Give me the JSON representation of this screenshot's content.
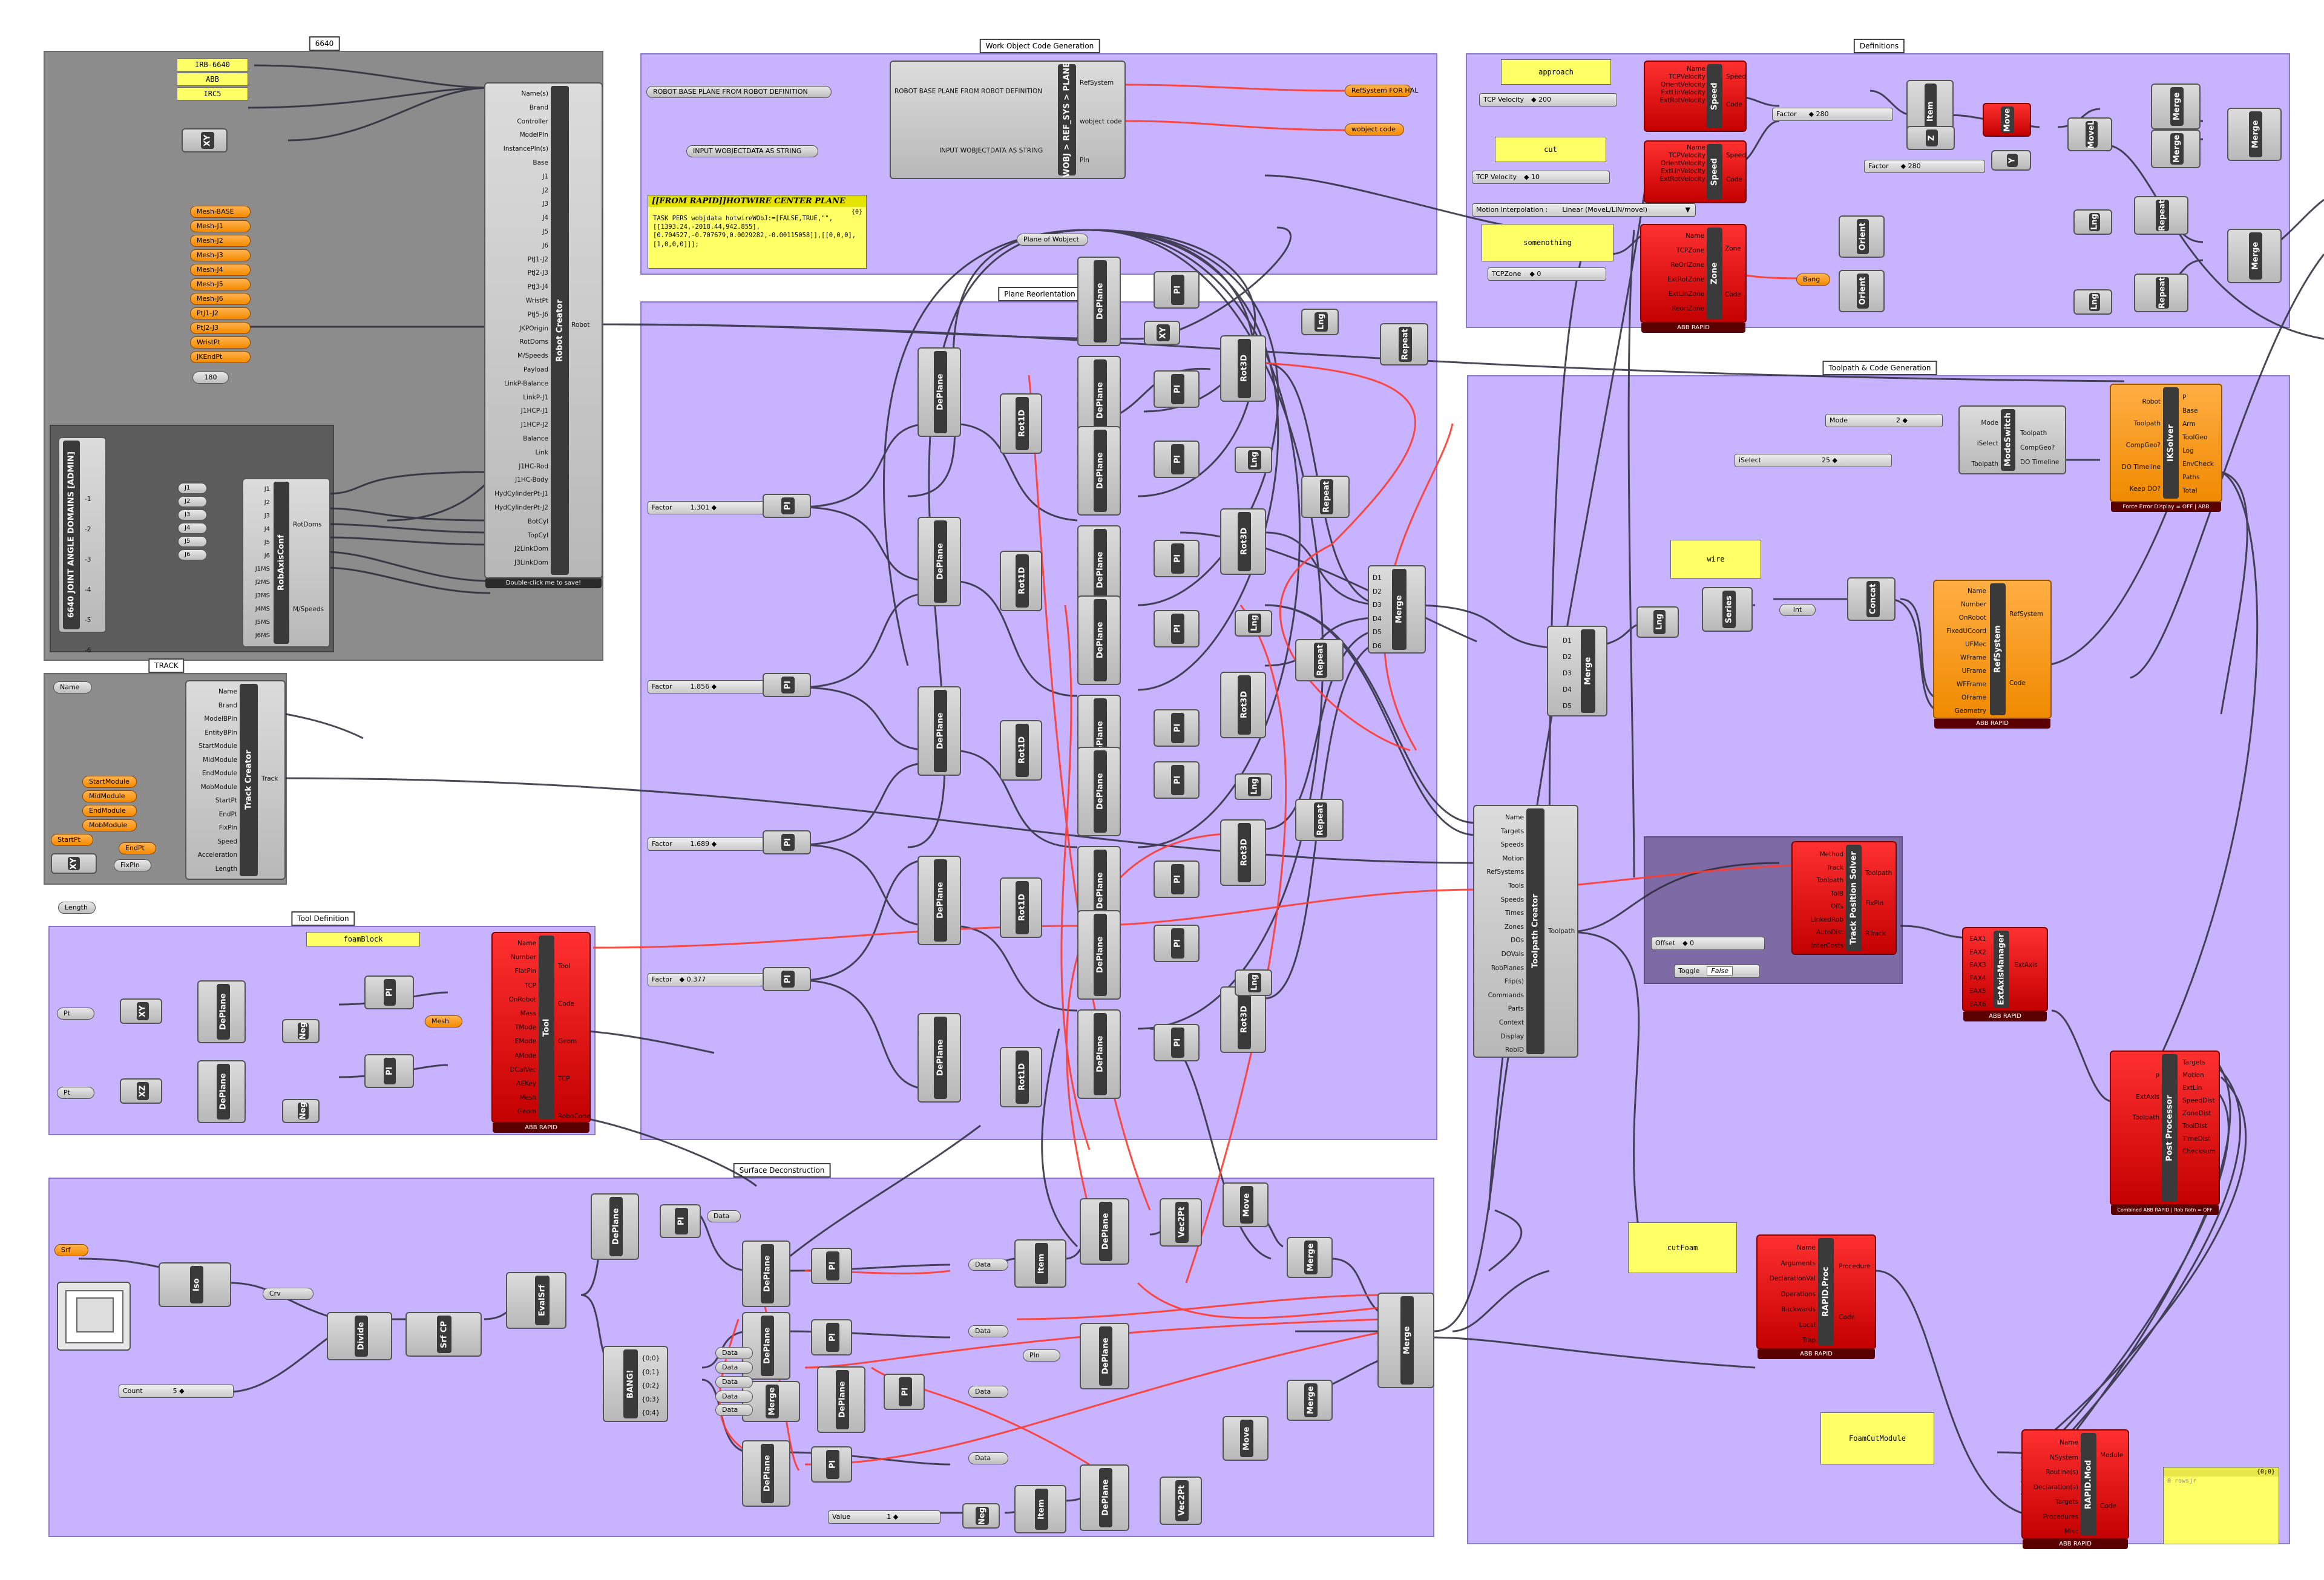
{
  "groups": {
    "g6640": "6640",
    "wocode": "Work Object Code Generation",
    "definitions": "Definitions",
    "planereori": "Plane Reorientation",
    "toolpath": "Toolpath & Code Generation",
    "track": "TRACK",
    "tooldef": "Tool Definition",
    "surfdecon": "Surface Deconstruction"
  },
  "robot_creator": {
    "title": "Robot Creator",
    "inputs": [
      "Name(s)",
      "Brand",
      "Controller",
      "ModelPln",
      "InstancePln(s)",
      "Base",
      "J1",
      "J2",
      "J3",
      "J4",
      "J5",
      "J6",
      "PtJ1-J2",
      "PtJ2-J3",
      "PtJ3-J4",
      "WristPt",
      "PtJ5-J6",
      "JKPOrigin",
      "RotDoms",
      "M/Speeds",
      "Payload",
      "LinkP-Balance",
      "LinkP-J1",
      "J1HCP-J1",
      "J1HCP-J2",
      "Balance",
      "Link",
      "J1HC-Rod",
      "J1HC-Body",
      "HydCylinderPt-J1",
      "HydCylinderPt-J2",
      "BotCyl",
      "TopCyl",
      "J2LinkDom",
      "J3LinkDom"
    ],
    "output": "Robot",
    "footer": "Double-click me to save!"
  },
  "panels_6640": [
    "IRB-6640",
    "ABB",
    "IRC5"
  ],
  "mesh_params": [
    "Mesh-BASE",
    "Mesh-J1",
    "Mesh-J2",
    "Mesh-J3",
    "Mesh-J4",
    "Mesh-J5",
    "Mesh-J6",
    "PtJ1-J2",
    "PtJ2-J3",
    "WristPt",
    "JKEndPt"
  ],
  "param_180": "180",
  "xy_label": "XY",
  "joint_domains": {
    "title": "6640 JOINT ANGLE DOMAINS [ADMIN]",
    "outputs": [
      "-1",
      "-2",
      "-3",
      "-4",
      "-5",
      "-6"
    ],
    "relays": [
      "J1",
      "J2",
      "J3",
      "J4",
      "J5",
      "J6"
    ]
  },
  "robaxisconf": {
    "title": "RobAxisConf",
    "inputs": [
      "J1",
      "J2",
      "J3",
      "J4",
      "J5",
      "J6",
      "J1MS",
      "J2MS",
      "J3MS",
      "J4MS",
      "J5MS",
      "J6MS"
    ],
    "outputs": [
      "RotDoms",
      "M/Speeds"
    ]
  },
  "track_creator": {
    "title": "Track Creator",
    "inputs": [
      "Name",
      "Brand",
      "ModelBPln",
      "EntityBPln",
      "StartModule",
      "MidModule",
      "EndModule",
      "MobModule",
      "StartPt",
      "EndPt",
      "FixPln",
      "Speed",
      "Acceleration",
      "Length"
    ],
    "output": "Track",
    "name_param": "Name",
    "modules": [
      "StartModule",
      "MidModule",
      "EndModule",
      "MobModule"
    ],
    "startpt": "StartPt",
    "endpt": "EndPt",
    "fixpln": "FixPln",
    "length": "Length"
  },
  "wocode": {
    "left_param1": "ROBOT BASE PLANE FROM ROBOT DEFINITION",
    "left_param2": "INPUT WOBJECTDATA AS STRING",
    "comp_inputs": [
      "ROBOT BASE PLANE FROM ROBOT DEFINITION",
      "INPUT WOBJECTDATA AS STRING"
    ],
    "comp_title": "WOBJ > REF_SYS > PLANE",
    "comp_outputs": [
      "RefSystem",
      "wobject code",
      "Pln"
    ],
    "out1": "RefSystem FOR HAL",
    "out2": "wobject code",
    "plane_param": "Plane of Wobject",
    "panel_title": "[[FROM RAPID]]HOTWIRE CENTER PLANE",
    "panel_text": "TASK PERS wobjdata hotwireWObJ:=[FALSE,TRUE,\"\",[[1393.24,-2018.44,942.855],[0.704527,-0.707679,0.0029282,-0.00115058]],[[0,0,0],[1,0,0,0]]];",
    "panel_count": "{0}"
  },
  "definitions": {
    "approach": "approach",
    "cut": "cut",
    "zone_panel": "somenothing",
    "tcp1": "TCP Velocity",
    "tcp1_val": "200",
    "tcp2": "TCP Velocity",
    "tcp2_val": "10",
    "motion_interp": "Motion Interpolation :",
    "motion_interp_val": "Linear (MoveL/LIN/movel)",
    "tcpzone": "TCPZone",
    "tcpzone_val": "0",
    "speed_inputs": [
      "Name",
      "TCPVelocity",
      "OrientVelocity",
      "ExtLinVelocity",
      "ExtRotVelocity"
    ],
    "speed_title": "Speed",
    "speed_out": "Speed",
    "zone_inputs": [
      "Name",
      "TCPZone",
      "ReOriZone",
      "ExtRotZone",
      "ExtLinZone",
      "ReoriZone"
    ],
    "zone_title": "Zone",
    "zone_out": "Zone",
    "zone_code": "Code",
    "abb_rapid": "ABB RAPID",
    "factor": "Factor",
    "factor1_val": "280",
    "factor2_val": "280",
    "item": "Item",
    "move": "Move",
    "movel": "MoveL",
    "merge": "Merge",
    "repeat": "Repeat",
    "orient": "Orient",
    "lng": "Lng",
    "bang": "Bang"
  },
  "plane_reori": {
    "factor_vals": [
      "1.301",
      "1.856",
      "1.689",
      "0.377"
    ],
    "factor_label": "Factor",
    "deplane": "DePlane",
    "rot3d": "Rot3D",
    "rot1d": "Rot1D",
    "pl": "Pl",
    "lng": "Lng",
    "repeat": "Repeat",
    "merge": "Merge",
    "merge_inputs": [
      "D1",
      "D2",
      "D3",
      "D4",
      "D5",
      "D6"
    ]
  },
  "toolpath": {
    "mode_label": "Mode",
    "mode_val": "2",
    "iselect_label": "iSelect",
    "iselect_val": "25",
    "modeswitch_inputs": [
      "Mode",
      "iSelect",
      "Toolpath"
    ],
    "modeswitch_title": "ModeSwitch",
    "modeswitch_outputs": [
      "Toolpath",
      "CompGeo?",
      "DO Timeline"
    ],
    "iksolver_inputs": [
      "Robot",
      "Toolpath",
      "CompGeo?",
      "DO Timeline",
      "Keep DO?"
    ],
    "iksolver_title": "IKSolver",
    "iksolver_outputs": [
      "P",
      "Base",
      "Arm",
      "ToolGeo",
      "Log",
      "EnvCheck",
      "Paths",
      "Total"
    ],
    "iksolver_footer": "Force Error Display = OFF | ABB",
    "wire": "wire",
    "merge_inputs": [
      "D1",
      "D2",
      "D3",
      "D4",
      "D5"
    ],
    "series": "Series",
    "int": "Int",
    "concat": "Concat",
    "refsystem_inputs": [
      "Name",
      "Number",
      "OnRobot",
      "FixedUCoord",
      "UFMec",
      "WFrame",
      "UFrame",
      "WFFrame",
      "OFrame",
      "Geometry"
    ],
    "refsystem_title": "RefSystem",
    "refsystem_outputs": [
      "RefSystem",
      "Code"
    ],
    "tpc_inputs": [
      "Name",
      "Targets",
      "Speeds",
      "Motion",
      "RefSystems",
      "Tools",
      "Speeds",
      "Times",
      "Zones",
      "DOs",
      "DOVals",
      "RobPlanes",
      "Flip(s)",
      "Commands",
      "Parts",
      "Context",
      "Display",
      "RobID"
    ],
    "tpc_title": "Toolpath Creator",
    "tpc_output": "Toolpath",
    "tps_inputs": [
      "Method",
      "Track",
      "Toolpath",
      "TolB",
      "Offs",
      "LinkedRob",
      "AutoDist",
      "InterCosts"
    ],
    "tps_title": "Track Position Solver",
    "tps_outputs": [
      "Toolpath",
      "FixPln",
      "RTrack"
    ],
    "offset": "Offset",
    "offset_val": "0",
    "toggle": "Toggle",
    "toggle_val": "False",
    "extaxis_inputs": [
      "EAX1",
      "EAX2",
      "EAX3",
      "EAX4",
      "EAX5",
      "EAX6"
    ],
    "extaxis_title": "ExtAxisManager",
    "extaxis_out": "ExtAxis",
    "pp_inputs": [
      "P",
      "ExtAxis",
      "",
      "Toolpath"
    ],
    "pp_title": "Post Processor",
    "pp_outputs": [
      "Targets",
      "Motion",
      "ExtLin",
      "SpeedDist",
      "ZoneDist",
      "ToolDist",
      "TimeDist",
      "Checksum"
    ],
    "pp_footer": "Combined ABB RAPID | Rob Rotn = OFF",
    "cutfoam": "cutFoam",
    "rproc_inputs": [
      "Name",
      "Arguments",
      "DeclarationVal",
      "Operations",
      "Backwards",
      "Local",
      "Trap"
    ],
    "rproc_title": "RAPID.Proc",
    "rproc_outputs": [
      "Procedure",
      "Code"
    ],
    "foamcut": "FoamCutModule",
    "rmod_inputs": [
      "Name",
      "NSystem",
      "Routine(s)",
      "Declaration(s)",
      "Targets",
      "Procedures",
      "Misc"
    ],
    "rmod_title": "RAPID.Mod",
    "rmod_outputs": [
      "Module",
      "Code"
    ],
    "out_panel_count": "{0;0}",
    "out_panel_line": "0 rowsjr"
  },
  "tooldef": {
    "foamblock": "foamBlock",
    "pt": "Pt",
    "mesh": "Mesh",
    "tool_inputs": [
      "Name",
      "Number",
      "FlatPln",
      "TCP",
      "OnRobot",
      "Mass",
      "TMode",
      "EMode",
      "AMode",
      "DCalVec",
      "AEKey",
      "Mesh",
      "Geom"
    ],
    "tool_title": "Tool",
    "tool_outputs": [
      "Tool",
      "Code",
      "Geom",
      "TCP",
      "RoboCode"
    ],
    "neg": "Neg"
  },
  "surfdecon": {
    "srf": "Srf",
    "iso": "Iso",
    "crv": "Crv",
    "evalsrf": "EvalSrf",
    "divide": "Divide",
    "srfcp": "Srf CP",
    "count": "Count",
    "count_val": "5",
    "bang": "BANG!",
    "bang_outputs": [
      "{0;0}",
      "{0;1}",
      "{0;2}",
      "{0;3}",
      "{0;4}"
    ],
    "data": "Data",
    "pln": "Pln",
    "value": "Value",
    "value_val": "1",
    "vec2pt": "Vec2Pt",
    "move": "Move"
  }
}
